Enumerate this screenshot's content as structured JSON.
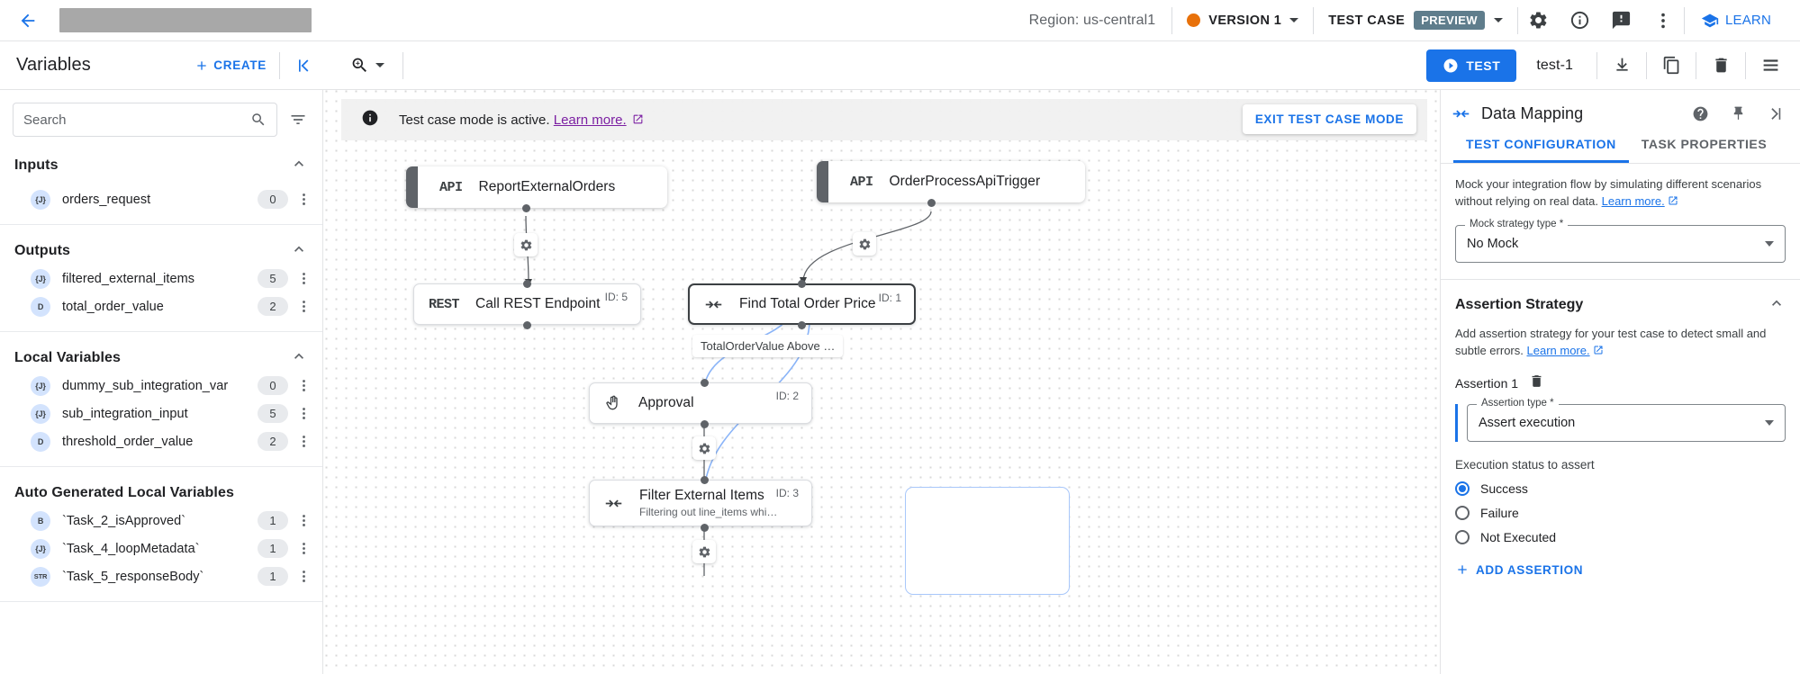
{
  "topbar": {
    "back_icon": "arrow-left-icon",
    "region": "Region: us-central1",
    "version_label": "VERSION 1",
    "version_dot_color": "#e8710a",
    "testcase_label": "TEST CASE",
    "preview_badge": "PREVIEW",
    "icons": [
      "gear-icon",
      "info-icon",
      "feedback-icon",
      "more-vert-icon"
    ],
    "learn_label": "LEARN"
  },
  "subbar": {
    "variables_title": "Variables",
    "create_label": "CREATE",
    "collapse_icon": "collapse-left-icon",
    "zoom_icon": "zoom-icon",
    "test_label": "TEST",
    "testcase_name": "test-1",
    "download_icon": "download-icon",
    "copy_icon": "copy-icon",
    "delete_icon": "trash-icon",
    "list_icon": "list-icon"
  },
  "sidebar": {
    "search_placeholder": "Search",
    "search_value": "",
    "sort_icon": "sort-icon",
    "groups": [
      {
        "title": "Inputs",
        "expanded": true,
        "items": [
          {
            "type": "{J}",
            "name": "orders_request",
            "count": "0"
          }
        ]
      },
      {
        "title": "Outputs",
        "expanded": true,
        "items": [
          {
            "type": "{J}",
            "name": "filtered_external_items",
            "count": "5"
          },
          {
            "type": "D",
            "name": "total_order_value",
            "count": "2"
          }
        ]
      },
      {
        "title": "Local Variables",
        "expanded": true,
        "items": [
          {
            "type": "{J}",
            "name": "dummy_sub_integration_var",
            "count": "0"
          },
          {
            "type": "{J}",
            "name": "sub_integration_input",
            "count": "5"
          },
          {
            "type": "D",
            "name": "threshold_order_value",
            "count": "2"
          }
        ]
      },
      {
        "title": "Auto Generated Local Variables",
        "expanded": false,
        "items": [
          {
            "type": "B",
            "name": "`Task_2_isApproved`",
            "count": "1"
          },
          {
            "type": "{J}",
            "name": "`Task_4_loopMetadata`",
            "count": "1"
          },
          {
            "type": "STR",
            "name": "`Task_5_responseBody`",
            "count": "1"
          }
        ]
      }
    ]
  },
  "canvas": {
    "banner_icon": "info-filled-icon",
    "banner_text": "Test case mode is active.",
    "banner_link": "Learn more.",
    "exit_label": "EXIT TEST CASE MODE",
    "nodes": [
      {
        "kind": "trigger",
        "icon": "API",
        "title": "ReportExternalOrders",
        "id": ""
      },
      {
        "kind": "trigger",
        "icon": "API",
        "title": "OrderProcessApiTrigger",
        "id": ""
      },
      {
        "kind": "task",
        "icon": "REST",
        "title": "Call REST Endpoint",
        "id": "ID: 5"
      },
      {
        "kind": "task",
        "icon": "merge",
        "title": "Find Total Order Price",
        "id": "ID: 1",
        "selected": true
      },
      {
        "kind": "task",
        "icon": "hand",
        "title": "Approval",
        "id": "ID: 2"
      },
      {
        "kind": "task",
        "icon": "merge",
        "title": "Filter External Items",
        "subtitle": "Filtering out line_items whi…",
        "id": "ID: 3"
      }
    ],
    "edge_label": "TotalOrderValue Above …"
  },
  "rightpanel": {
    "header_icon": "merge-icon",
    "title": "Data Mapping",
    "help_icon": "help-icon",
    "pin_icon": "pin-icon",
    "expand_icon": "expand-right-icon",
    "tabs": [
      {
        "label": "TEST CONFIGURATION",
        "active": true
      },
      {
        "label": "TASK PROPERTIES",
        "active": false
      }
    ],
    "mock_desc": "Mock your integration flow by simulating different scenarios without relying on real data.",
    "mock_link": "Learn more.",
    "mock_field_label": "Mock strategy type *",
    "mock_field_value": "No Mock",
    "assertion_section_title": "Assertion Strategy",
    "assertion_desc": "Add assertion strategy for your test case to detect small and subtle errors.",
    "assertion_link": "Learn more.",
    "assertion_name": "Assertion 1",
    "assertion_type_label": "Assertion type *",
    "assertion_type_value": "Assert execution",
    "exec_status_label": "Execution status to assert",
    "radios": [
      {
        "label": "Success",
        "checked": true
      },
      {
        "label": "Failure",
        "checked": false
      },
      {
        "label": "Not Executed",
        "checked": false
      }
    ],
    "add_assertion_label": "ADD ASSERTION"
  },
  "colors": {
    "accent": "#1a73e8",
    "orange": "#e8710a",
    "purple": "#7b1fa2",
    "preview": "#5f7d8c"
  }
}
